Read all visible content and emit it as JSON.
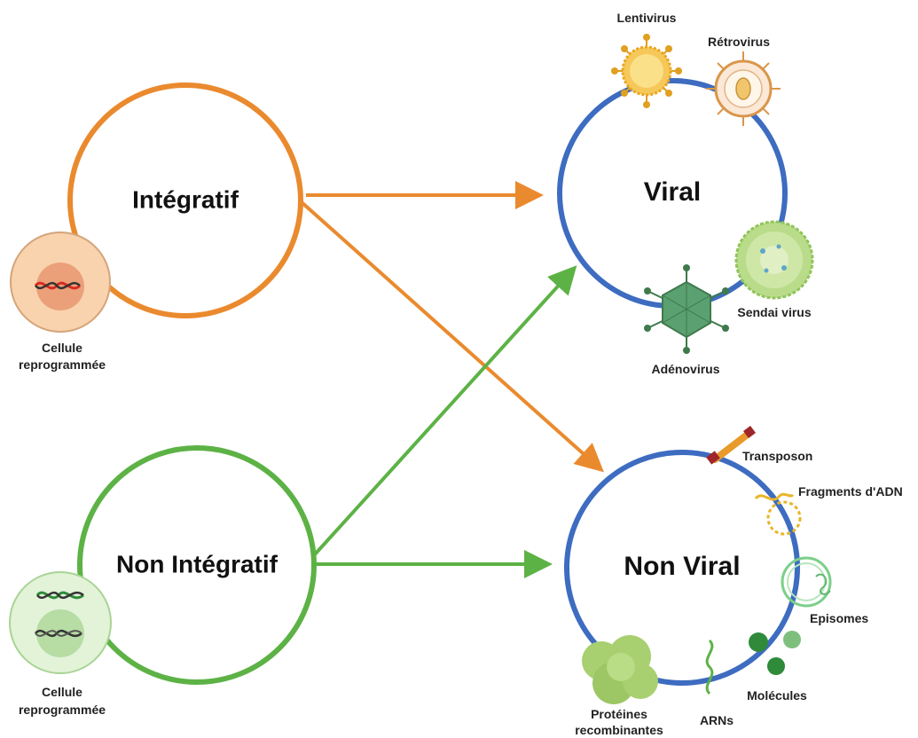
{
  "nodes": {
    "integratif": "Intégratif",
    "non_integratif": "Non Intégratif",
    "viral": "Viral",
    "non_viral": "Non Viral"
  },
  "cells": {
    "top_line1": "Cellule",
    "top_line2": "reprogrammée",
    "bottom_line1": "Cellule",
    "bottom_line2": "reprogrammée"
  },
  "viral_vectors": {
    "lentivirus": "Lentivirus",
    "retrovirus": "Rétrovirus",
    "sendai": "Sendai virus",
    "adenovirus": "Adénovirus"
  },
  "non_viral_vectors": {
    "transposon": "Transposon",
    "fragments": "Fragments d'ADN",
    "episomes": "Episomes",
    "molecules": "Molécules",
    "arns": "ARNs",
    "proteines_line1": "Protéines",
    "proteines_line2": "recombinantes"
  },
  "colors": {
    "orange": "#ea8a2e",
    "green": "#5db246",
    "blue": "#3d6cc0"
  }
}
